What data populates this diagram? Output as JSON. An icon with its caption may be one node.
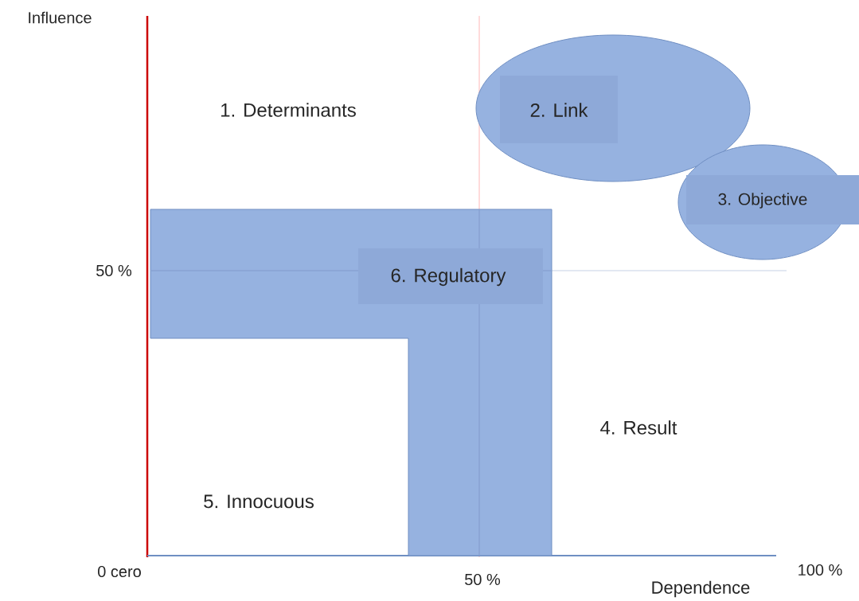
{
  "diagram": {
    "nodes": [
      {
        "text": [
          "2. Link"
        ]
      },
      {
        "text": [
          "3. Objective"
        ]
      },
      {
        "text": [
          "6. Regulatory"
        ]
      }
    ],
    "labels": [
      "Influence",
      "1. Determinants",
      "50 %",
      "4. Result",
      "5. Innocuous",
      "0 cero",
      "50 %",
      "100 %",
      "Dependence"
    ]
  }
}
